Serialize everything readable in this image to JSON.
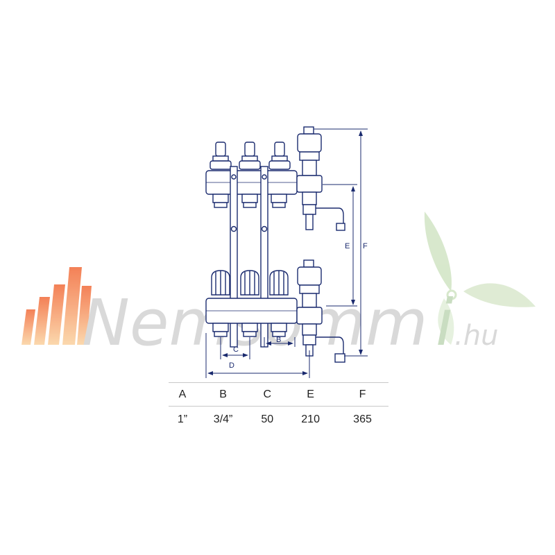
{
  "watermark": {
    "brand_main": "Nemsomm",
    "brand_i": "i",
    "domain": ".hu",
    "accent_orange": "#f4a04a",
    "accent_green": "#9cc27e"
  },
  "drawing": {
    "line_color": "#1a2a6e",
    "dim_labels": {
      "b": "B",
      "c": "C",
      "d": "D",
      "e": "E",
      "f": "F"
    }
  },
  "table": {
    "headers": [
      "A",
      "B",
      "C",
      "E",
      "F"
    ],
    "values": [
      "1”",
      "3/4”",
      "50",
      "210",
      "365"
    ]
  }
}
